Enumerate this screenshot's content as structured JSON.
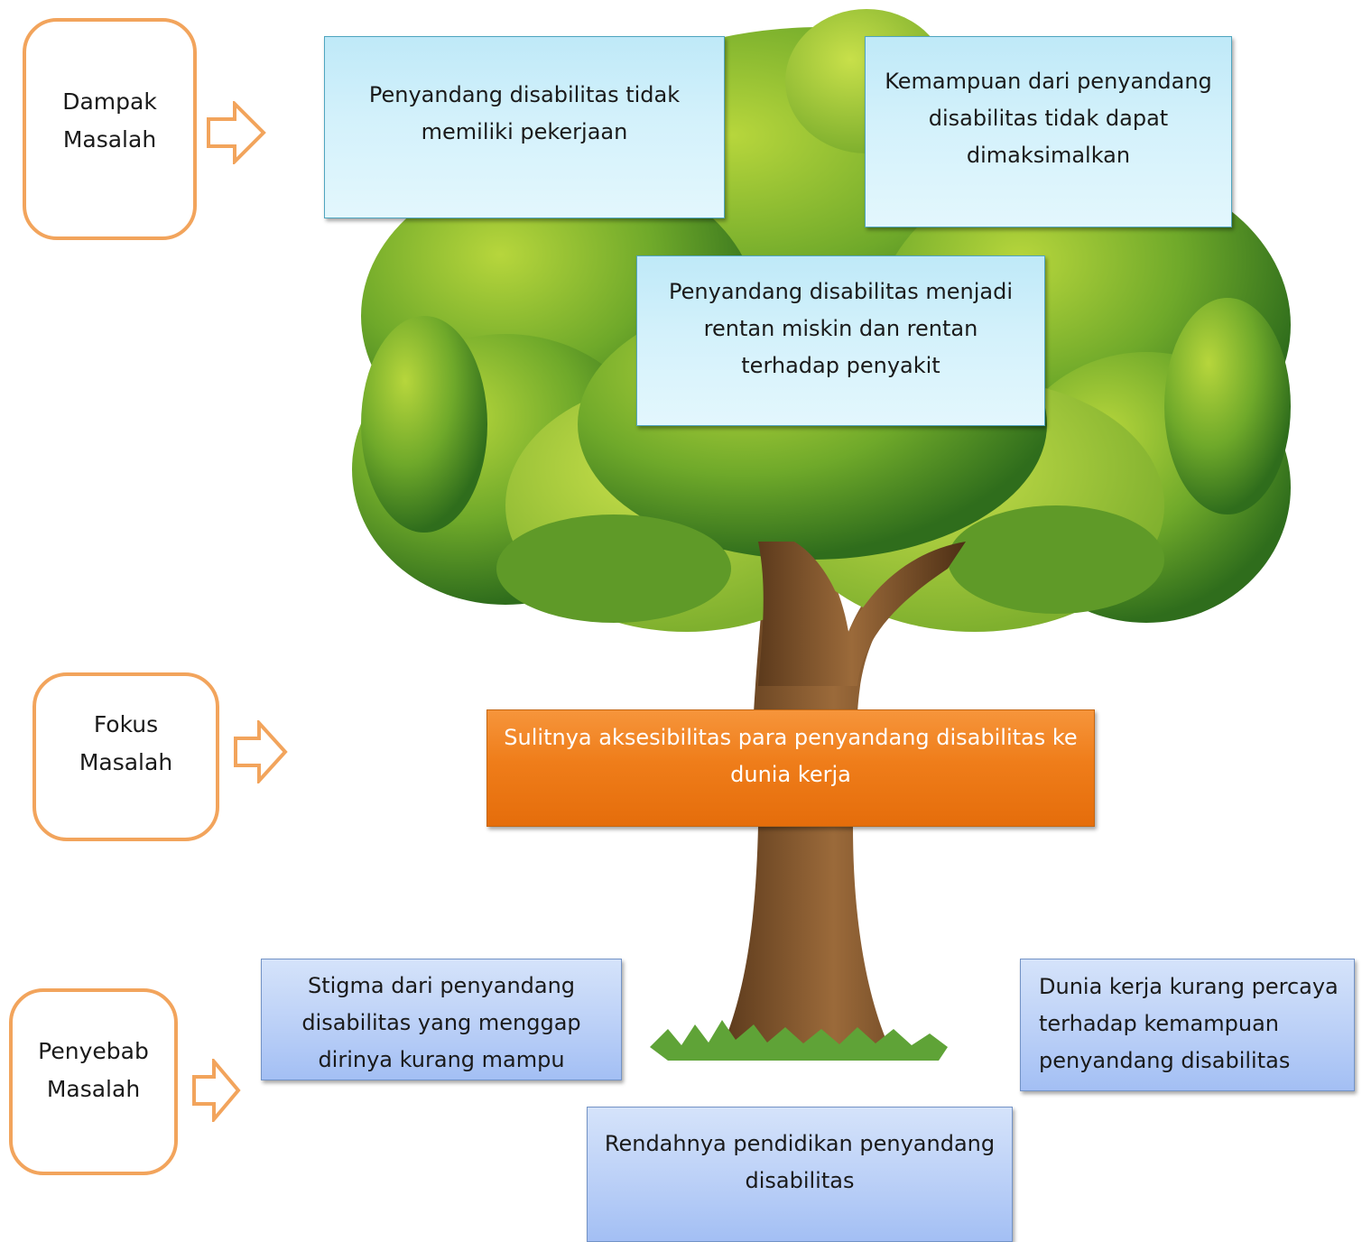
{
  "labels": {
    "dampak": {
      "line1": "Dampak",
      "line2": "Masalah"
    },
    "fokus": {
      "line1": "Fokus",
      "line2": "Masalah"
    },
    "penyebab": {
      "line1": "Penyebab",
      "line2": "Masalah"
    }
  },
  "effects": [
    {
      "lines": [
        "Penyandang disabilitas tidak",
        "memiliki pekerjaan"
      ]
    },
    {
      "lines": [
        "Kemampuan dari penyandang",
        "disabilitas tidak dapat",
        "dimaksimalkan"
      ]
    },
    {
      "lines": [
        "Penyandang disabilitas menjadi",
        "rentan miskin dan rentan",
        "terhadap penyakit"
      ]
    }
  ],
  "focus": {
    "lines": [
      "Sulitnya aksesibilitas para penyandang disabilitas ke",
      "dunia kerja"
    ]
  },
  "causes": [
    {
      "lines": [
        "Stigma dari penyandang",
        "disabilitas yang menggap",
        "dirinya kurang mampu"
      ]
    },
    {
      "lines": [
        "Dunia kerja kurang percaya",
        "terhadap kemampuan",
        "penyandang disabilitas"
      ]
    },
    {
      "lines": [
        "Rendahnya pendidikan penyandang",
        "disabilitas"
      ]
    }
  ],
  "colors": {
    "label_border": "#f2a45c",
    "effect_fill": "#d3f1fb",
    "focus_fill": "#ef7d1a",
    "cause_fill": "#bbd0f7"
  }
}
